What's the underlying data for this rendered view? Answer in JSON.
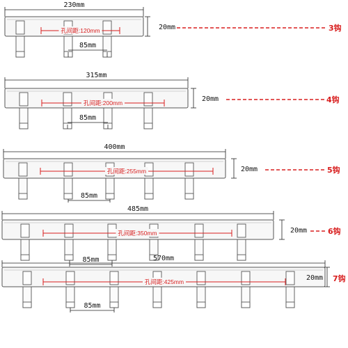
{
  "colors": {
    "accent_red": "#d81e1e",
    "outline": "#555555",
    "rail_fill": "#f7f7f7",
    "text": "#111111"
  },
  "variants": [
    {
      "length_label": "230mm",
      "hole_label": "孔间距:120mm",
      "pitch_label": "85mm",
      "height_label": "20mm",
      "hook_label": "3钩",
      "hooks": 3
    },
    {
      "length_label": "315mm",
      "hole_label": "孔间距:200mm",
      "pitch_label": "85mm",
      "height_label": "20mm",
      "hook_label": "4钩",
      "hooks": 4
    },
    {
      "length_label": "400mm",
      "hole_label": "孔间距:255mm",
      "pitch_label": "85mm",
      "height_label": "20mm",
      "hook_label": "5钩",
      "hooks": 5
    },
    {
      "length_label": "485mm",
      "hole_label": "孔间距:350mm",
      "pitch_label": "85mm",
      "height_label": "20mm",
      "hook_label": "6钩",
      "hooks": 6
    },
    {
      "length_label": "570mm",
      "hole_label": "孔间距:425mm",
      "pitch_label": "85mm",
      "height_label": "20mm",
      "hook_label": "7钩",
      "hooks": 7
    }
  ]
}
